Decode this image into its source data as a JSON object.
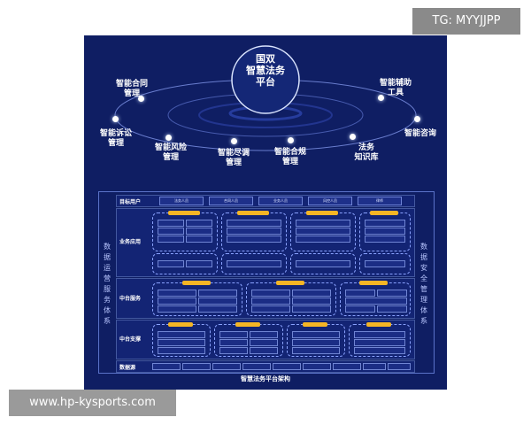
{
  "watermarks": {
    "top_right": "TG: MYYJJPP",
    "bottom_left": "www.hp-kysports.com"
  },
  "diagram": {
    "center_title_lines": [
      "国双",
      "智慧法务",
      "平台"
    ],
    "nodes": [
      {
        "lines": [
          "智能合同",
          "管理"
        ]
      },
      {
        "lines": [
          "智能辅助",
          "工具"
        ]
      },
      {
        "lines": [
          "智能诉讼",
          "管理"
        ]
      },
      {
        "lines": [
          "智能咨询"
        ]
      },
      {
        "lines": [
          "智能风险",
          "管理"
        ]
      },
      {
        "lines": [
          "智能尽调",
          "管理"
        ]
      },
      {
        "lines": [
          "智能合规",
          "管理"
        ]
      },
      {
        "lines": [
          "法务",
          "知识库"
        ]
      }
    ],
    "architecture": {
      "rows": [
        {
          "label": "目标用户"
        },
        {
          "label": "业务应用"
        },
        {
          "label": "中台服务"
        },
        {
          "label": "中台支撑"
        },
        {
          "label": "数据源"
        }
      ],
      "target_user_pills": [
        "法务人员",
        "合同人员",
        "业务人员",
        "风控人员",
        "律师"
      ],
      "left_side_lines": [
        "数",
        "据",
        "运",
        "营",
        "服",
        "务",
        "体",
        "系"
      ],
      "right_side_lines": [
        "数",
        "据",
        "安",
        "全",
        "管",
        "理",
        "体",
        "系"
      ],
      "caption": "智慧法务平台架构"
    }
  },
  "colors": {
    "background": "#0f1e63",
    "accent_yellow": "#f5b525",
    "line_blue": "#8aa2ff"
  }
}
